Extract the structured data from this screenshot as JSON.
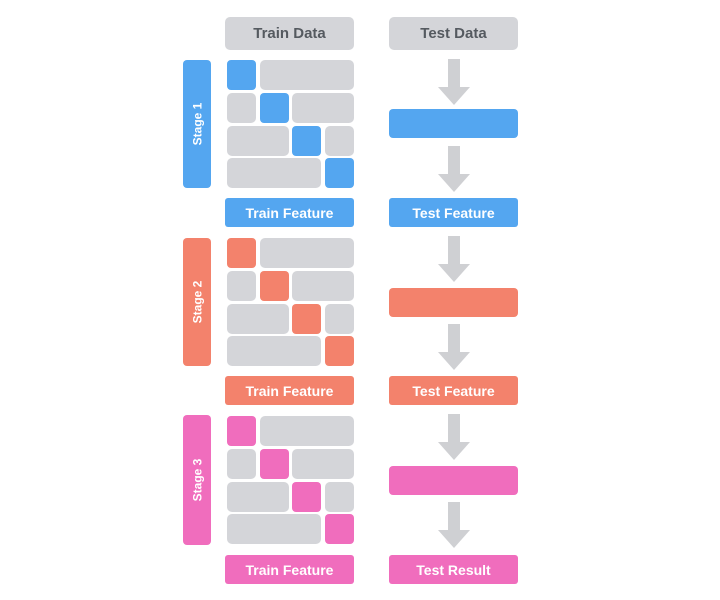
{
  "headers": {
    "train": "Train Data",
    "test": "Test Data"
  },
  "colors": {
    "gray": "#d4d5d9",
    "arrow": "#cfd0d3"
  },
  "stages": [
    {
      "label": "Stage 1",
      "color": "#54a6f0",
      "train_feature": "Train Feature",
      "test_output": "Test Feature"
    },
    {
      "label": "Stage 2",
      "color": "#f3826c",
      "train_feature": "Train Feature",
      "test_output": "Test Feature"
    },
    {
      "label": "Stage 3",
      "color": "#f06dbd",
      "train_feature": "Train Feature",
      "test_output": "Test Result"
    }
  ]
}
